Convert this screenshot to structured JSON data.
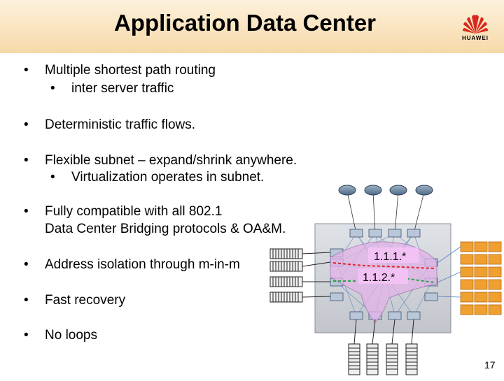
{
  "slide": {
    "title": "Application Data Center",
    "logo_text": "HUAWEI",
    "page_number": "17"
  },
  "bullets": [
    {
      "text": "Multiple shortest path routing",
      "sub": [
        "inter server traffic"
      ]
    },
    {
      "text": "Deterministic traffic flows.",
      "sub": []
    },
    {
      "text": "Flexible subnet – expand/shrink anywhere.",
      "sub": [
        "Virtualization operates in subnet."
      ]
    },
    {
      "text": "Fully compatible with all 802.1",
      "continuation": "Data Center Bridging protocols & OA&M.",
      "sub": []
    },
    {
      "text": "Address isolation through m-in-m",
      "sub": []
    },
    {
      "text": "Fast recovery",
      "sub": []
    },
    {
      "text": "No loops",
      "sub": []
    }
  ],
  "bullet_glyph": "•",
  "diagram": {
    "labels": [
      "1.1.1.*",
      "1.1.2.*"
    ],
    "colors": {
      "overlay": "#e3b3e8",
      "panel": "#d0d3d8",
      "label_box": "#f2c2f4",
      "red_path": "#e82020",
      "green_path": "#1faa3a",
      "storage": "#f0a030",
      "logo_red": "#d9291c"
    }
  }
}
